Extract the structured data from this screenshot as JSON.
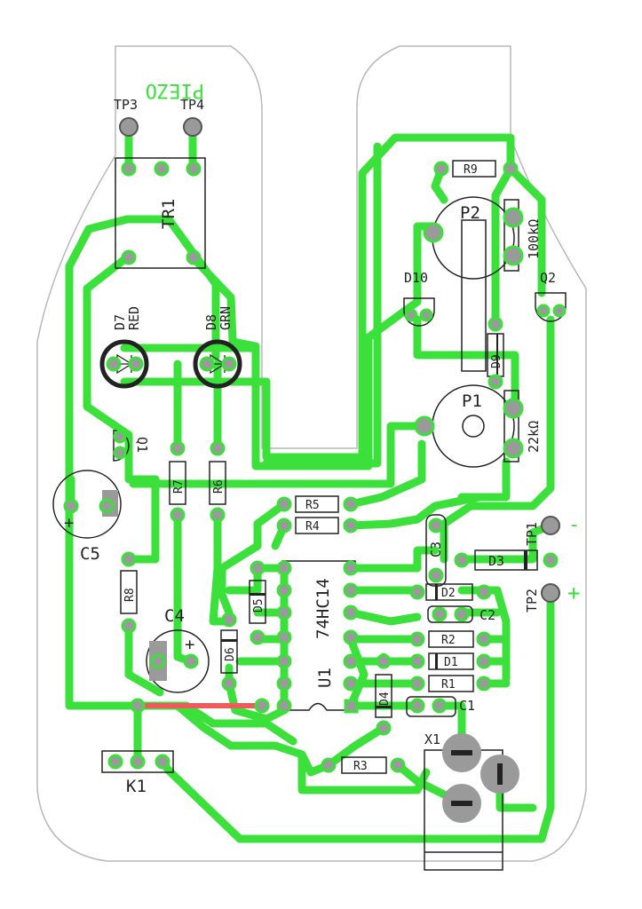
{
  "colors": {
    "trace": "#3be03b",
    "pad": "#9a9a9a",
    "silk": "#222222",
    "outline": "#b8b8b8",
    "jumper": "#ef5a5a"
  },
  "board": {
    "mirror_label": "PIEZO"
  },
  "labels": {
    "tp3": "TP3",
    "tp4": "TP4",
    "tr1": "TR1",
    "d7": "D7",
    "d7_color": "RED",
    "d8": "D8",
    "d8_color": "GRN",
    "d10": "D10",
    "q2": "Q2",
    "r9": "R9",
    "p2": "P2",
    "p2_value": "100kΩ",
    "d9": "D9",
    "p1": "P1",
    "p1_value": "22kΩ",
    "q1": "Q1",
    "r7": "R7",
    "r6": "R6",
    "c5": "C5",
    "r5": "R5",
    "r4": "R4",
    "c3": "C3",
    "d3": "D3",
    "tp1": "TP1",
    "tp2": "TP2",
    "minus": "-",
    "plus": "+",
    "r8": "R8",
    "c4": "C4",
    "d5": "D5",
    "d6": "D6",
    "ic_name": "74HC14",
    "u1": "U1",
    "d2": "D2",
    "c2": "C2",
    "r2": "R2",
    "d1": "D1",
    "r1": "R1",
    "c1": "C1",
    "d4": "D4",
    "x1": "X1",
    "r3": "R3",
    "k1": "K1",
    "cap_plus": "+"
  }
}
